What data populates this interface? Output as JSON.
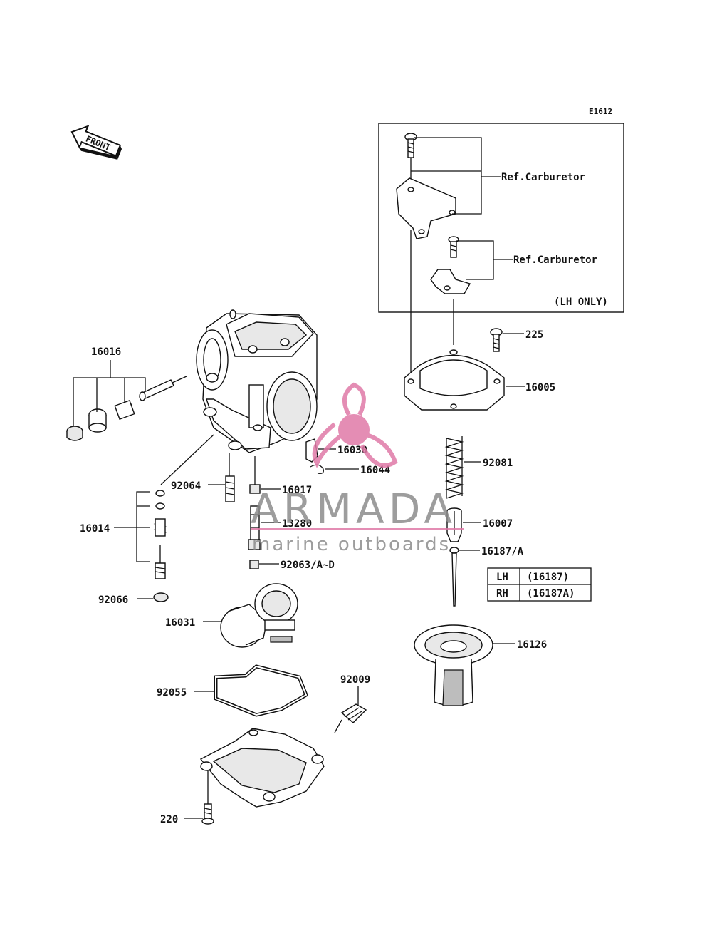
{
  "diagram_code": "E1612",
  "front_label": "FRONT",
  "ref_labels": [
    "Ref.Carburetor",
    "Ref.Carburetor"
  ],
  "lh_only_label": "(LH ONLY)",
  "parts": {
    "p16016": "16016",
    "p16014": "16014",
    "p92064": "92064",
    "p92066": "92066",
    "p16017": "16017",
    "p13280": "13280",
    "p92063": "92063/A~D",
    "p16030": "16030",
    "p16044": "16044",
    "p16031": "16031",
    "p92055": "92055",
    "p92009": "92009",
    "p220": "220",
    "p225": "225",
    "p16005": "16005",
    "p92081": "92081",
    "p16007": "16007",
    "p16187": "16187/A",
    "p16126": "16126"
  },
  "table": {
    "rows": [
      {
        "side": "LH",
        "part": "(16187)"
      },
      {
        "side": "RH",
        "part": "(16187A)"
      }
    ]
  },
  "watermark": {
    "title": "ARMADA",
    "subtitle": "marine outboards",
    "accent": "#e07aa8"
  }
}
